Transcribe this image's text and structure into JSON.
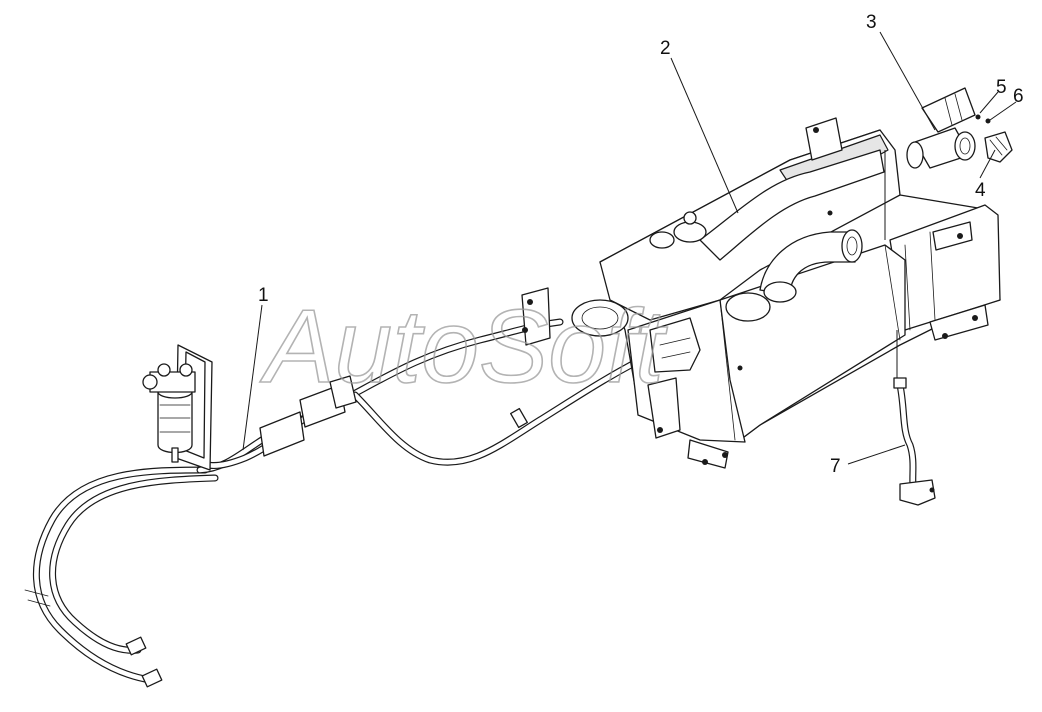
{
  "watermark": {
    "text": "AutoSoft"
  },
  "callouts": [
    {
      "id": "1",
      "label": "1"
    },
    {
      "id": "2",
      "label": "2"
    },
    {
      "id": "3",
      "label": "3"
    },
    {
      "id": "4",
      "label": "4"
    },
    {
      "id": "5",
      "label": "5"
    },
    {
      "id": "6",
      "label": "6"
    },
    {
      "id": "7",
      "label": "7"
    }
  ],
  "colors": {
    "line": "#1a1a1a",
    "background": "#ffffff",
    "watermark": "#9a9a9a"
  }
}
